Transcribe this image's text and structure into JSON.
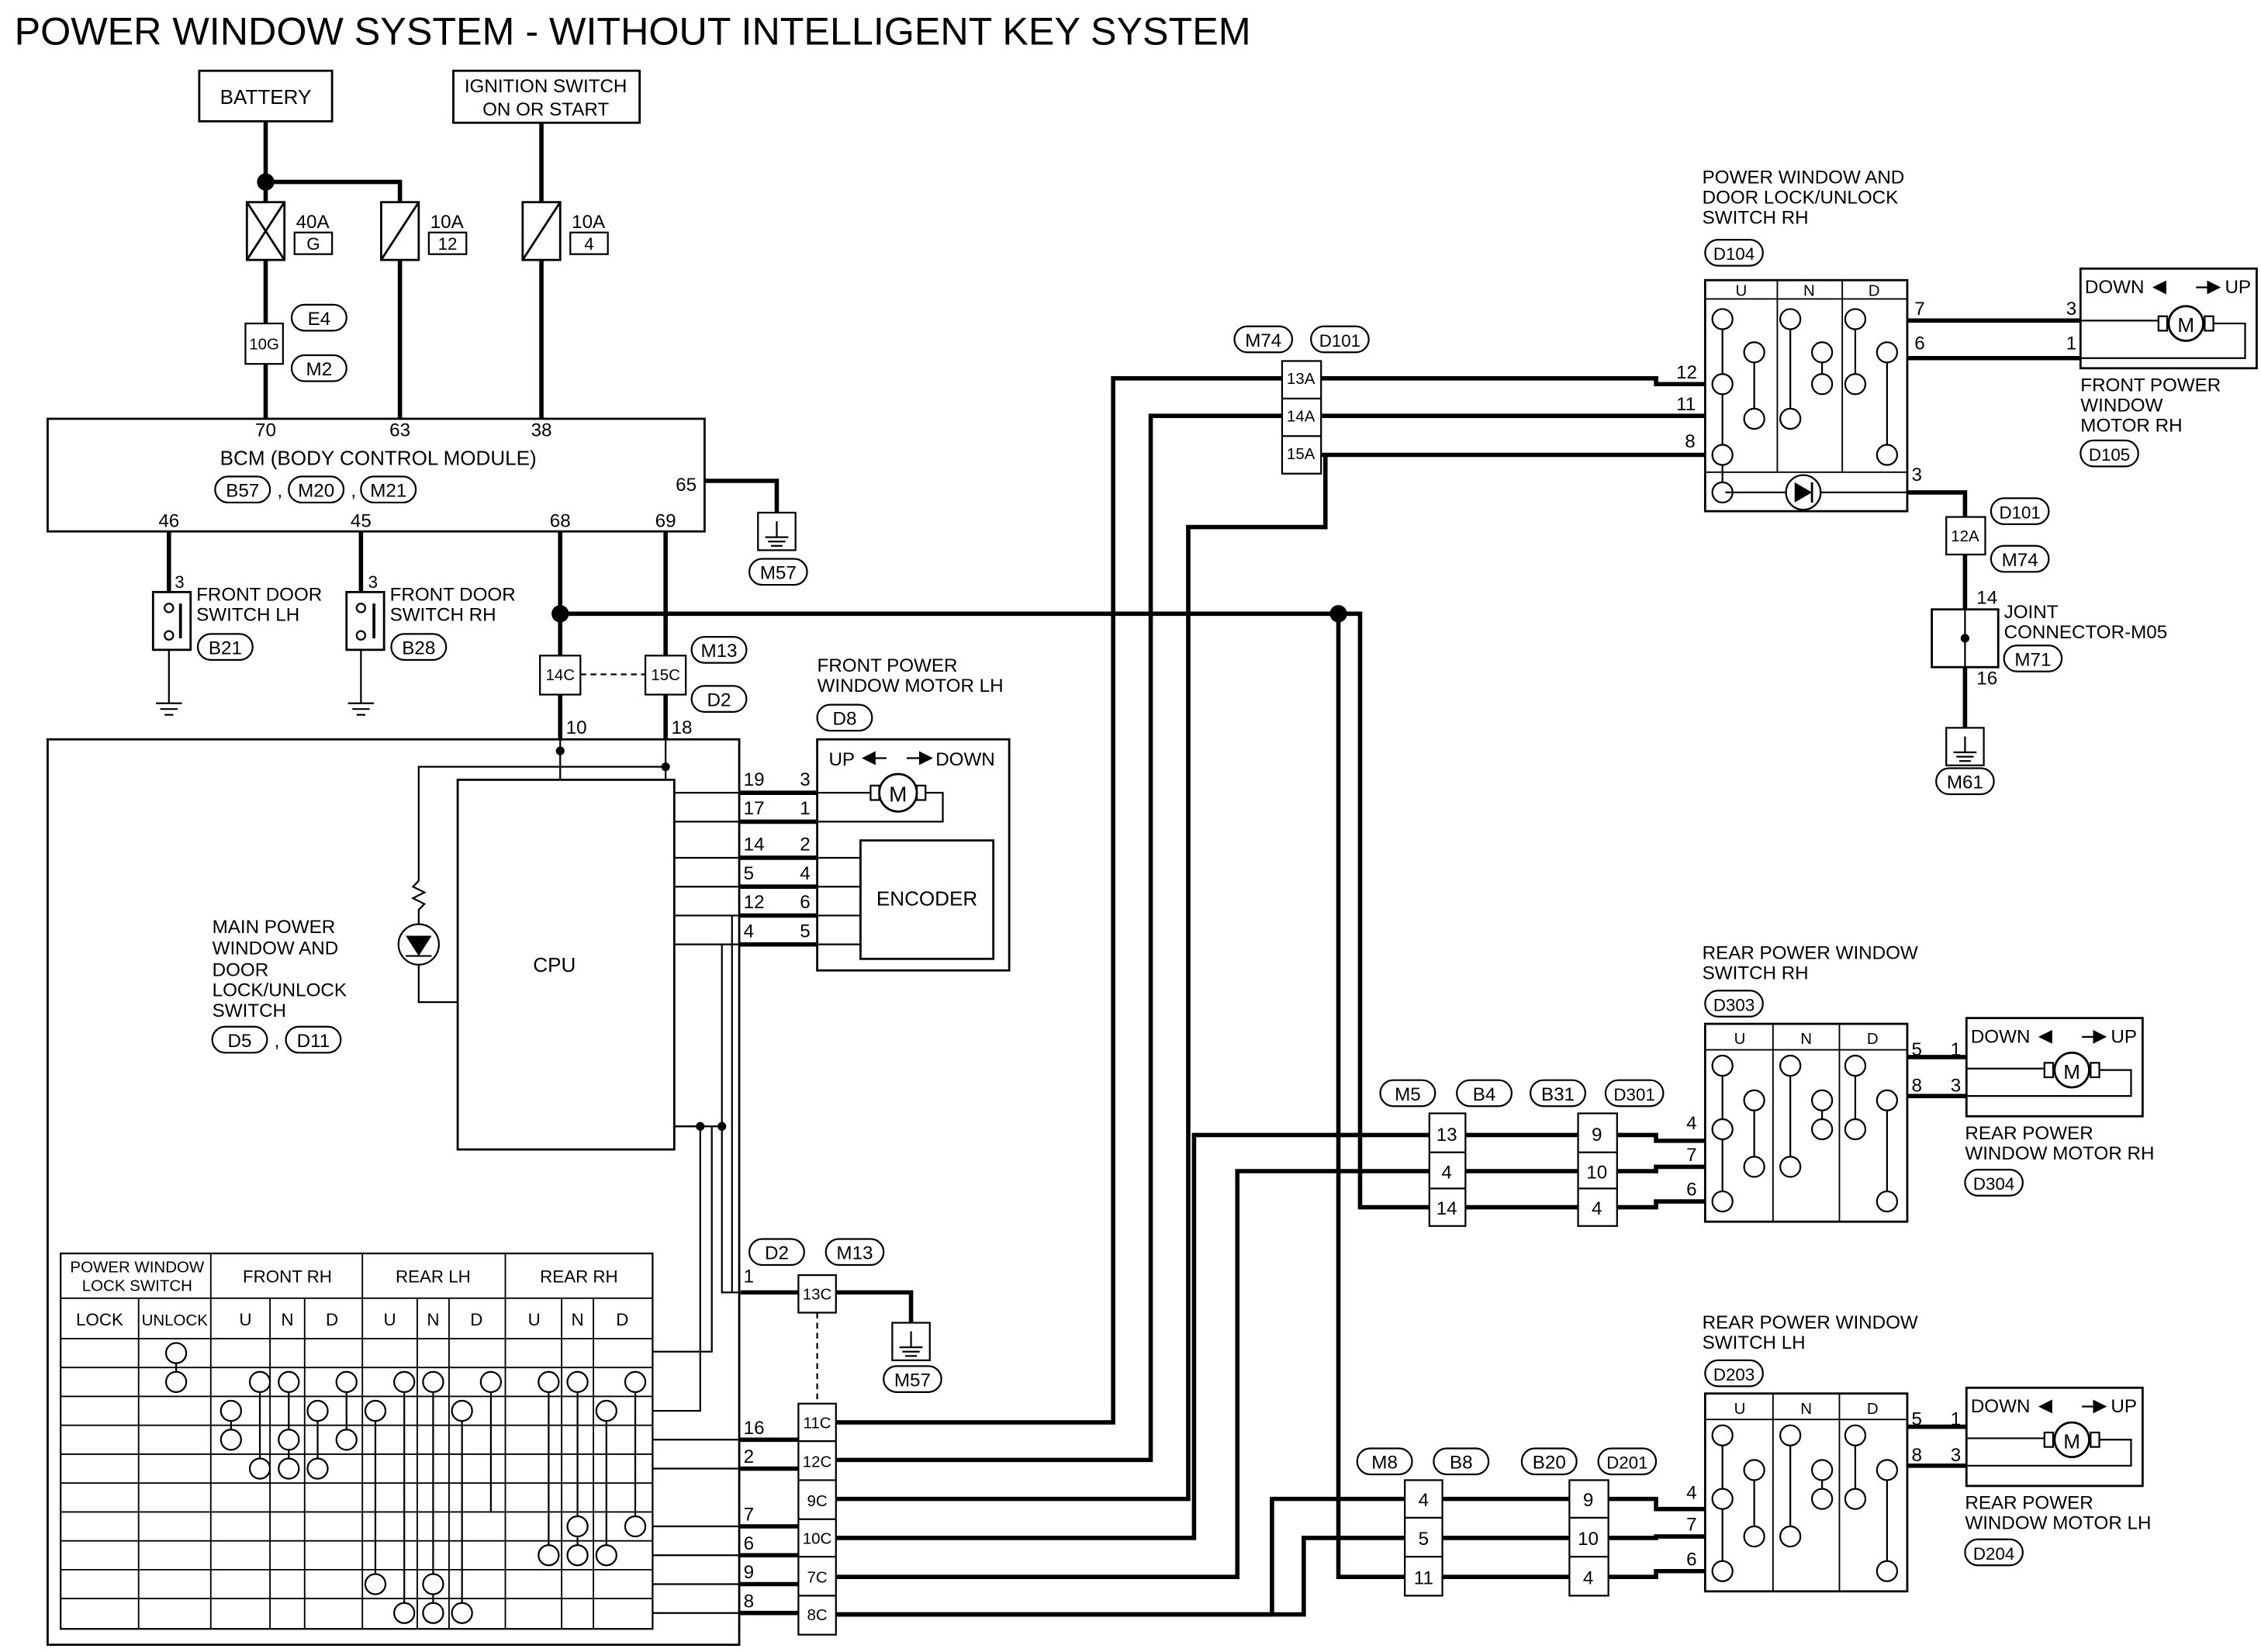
{
  "title": "POWER WINDOW SYSTEM - WITHOUT INTELLIGENT KEY SYSTEM",
  "battery": "BATTERY",
  "ignition": [
    "IGNITION SWITCH",
    "ON OR START"
  ],
  "fuses": [
    {
      "amp": "40A",
      "no": "G"
    },
    {
      "amp": "10A",
      "no": "12"
    },
    {
      "amp": "10A",
      "no": "4"
    }
  ],
  "bcm": {
    "label": "BCM (BODY CONTROL MODULE)",
    "connectors": [
      "B57",
      "M20",
      "M21"
    ],
    "top_pins": [
      "70",
      "63",
      "38"
    ],
    "pin_65": "65",
    "bottom_pins": [
      "46",
      "45",
      "68",
      "69"
    ]
  },
  "fusible_link_connector": "10G",
  "fusible_tags": [
    "E4",
    "M2"
  ],
  "ground_labels": [
    "M57",
    "M57",
    "M61"
  ],
  "front_door_sw_lh": {
    "label": [
      "FRONT DOOR",
      "SWITCH LH"
    ],
    "pin": "3",
    "tag": "B21"
  },
  "front_door_sw_rh": {
    "label": [
      "FRONT DOOR",
      "SWITCH RH"
    ],
    "pin": "3",
    "tag": "B28"
  },
  "mid_connectors": {
    "a": "14C",
    "b": "15C",
    "tags": [
      "M13",
      "D2"
    ],
    "pins": [
      "10",
      "18"
    ]
  },
  "front_motor_lh": {
    "label": [
      "FRONT POWER",
      "WINDOW MOTOR LH"
    ],
    "tag": "D8",
    "dir": [
      "UP",
      "DOWN"
    ],
    "encoder": "ENCODER",
    "motor": "M",
    "left_pins": [
      "19",
      "17",
      "14",
      "5",
      "12",
      "4"
    ],
    "right_pins": [
      "3",
      "1",
      "2",
      "4",
      "6",
      "5"
    ]
  },
  "main_switch": {
    "label": [
      "MAIN POWER",
      "WINDOW AND",
      "DOOR",
      "LOCK/UNLOCK",
      "SWITCH"
    ],
    "tags": [
      "D5",
      "D11"
    ],
    "cpu": "CPU"
  },
  "switch_table": {
    "headers": [
      "POWER WINDOW",
      "LOCK SWITCH",
      "FRONT RH",
      "REAR LH",
      "REAR RH"
    ],
    "subheaders": [
      "LOCK",
      "UNLOCK",
      "U",
      "N",
      "D",
      "U",
      "N",
      "D",
      "U",
      "N",
      "D"
    ]
  },
  "bottom_connector": {
    "tags": [
      "D2",
      "M13"
    ],
    "pin_1": "1",
    "top": "13C",
    "rows": [
      "11C",
      "12C",
      "9C",
      "10C",
      "7C",
      "8C"
    ],
    "left_pins": [
      "16",
      "2",
      "7",
      "6",
      "9",
      "8"
    ]
  },
  "rh_switch": {
    "label": [
      "POWER WINDOW AND",
      "DOOR LOCK/UNLOCK",
      "SWITCH RH"
    ],
    "tag": "D104",
    "cols": [
      "U",
      "N",
      "D"
    ],
    "left_pins": [
      "12",
      "11",
      "8"
    ],
    "right_pins": [
      "7",
      "6",
      "3"
    ]
  },
  "m74_connector": {
    "tags": [
      "M74",
      "D101"
    ],
    "rows": [
      "13A",
      "14A",
      "15A"
    ]
  },
  "front_motor_rh": {
    "label": [
      "FRONT POWER",
      "WINDOW",
      "MOTOR RH"
    ],
    "tag": "D105",
    "dir": [
      "DOWN",
      "UP"
    ],
    "pins": [
      "3",
      "1"
    ],
    "motor": "M"
  },
  "d101_12a": {
    "pin": "12A",
    "tags": [
      "D101",
      "M74"
    ]
  },
  "joint_connector": {
    "label": [
      "JOINT",
      "CONNECTOR-M05"
    ],
    "tag": "M71",
    "pins": [
      "14",
      "16"
    ]
  },
  "rear_switch_rh": {
    "label": [
      "REAR POWER WINDOW",
      "SWITCH RH"
    ],
    "tag": "D303",
    "cols": [
      "U",
      "N",
      "D"
    ],
    "left_pins": [
      "4",
      "7",
      "6"
    ],
    "right_pins": [
      "5",
      "8"
    ]
  },
  "rear_motor_rh": {
    "label": [
      "REAR POWER",
      "WINDOW MOTOR RH"
    ],
    "tag": "D304",
    "dir": [
      "DOWN",
      "UP"
    ],
    "pins": [
      "1",
      "3"
    ],
    "motor": "M"
  },
  "rear_rh_connectors": {
    "tags": [
      "M5",
      "B4",
      "B31",
      "D301"
    ],
    "col1": [
      "13",
      "4",
      "14"
    ],
    "col2": [
      "9",
      "10",
      "4"
    ]
  },
  "rear_switch_lh": {
    "label": [
      "REAR POWER WINDOW",
      "SWITCH LH"
    ],
    "tag": "D203",
    "cols": [
      "U",
      "N",
      "D"
    ],
    "left_pins": [
      "4",
      "7",
      "6"
    ],
    "right_pins": [
      "5",
      "8"
    ]
  },
  "rear_motor_lh": {
    "label": [
      "REAR POWER",
      "WINDOW MOTOR LH"
    ],
    "tag": "D204",
    "dir": [
      "DOWN",
      "UP"
    ],
    "pins": [
      "1",
      "3"
    ],
    "motor": "M"
  },
  "rear_lh_connectors": {
    "tags": [
      "M8",
      "B8",
      "B20",
      "D201"
    ],
    "col1": [
      "4",
      "5",
      "11"
    ],
    "col2": [
      "9",
      "10",
      "4"
    ]
  }
}
